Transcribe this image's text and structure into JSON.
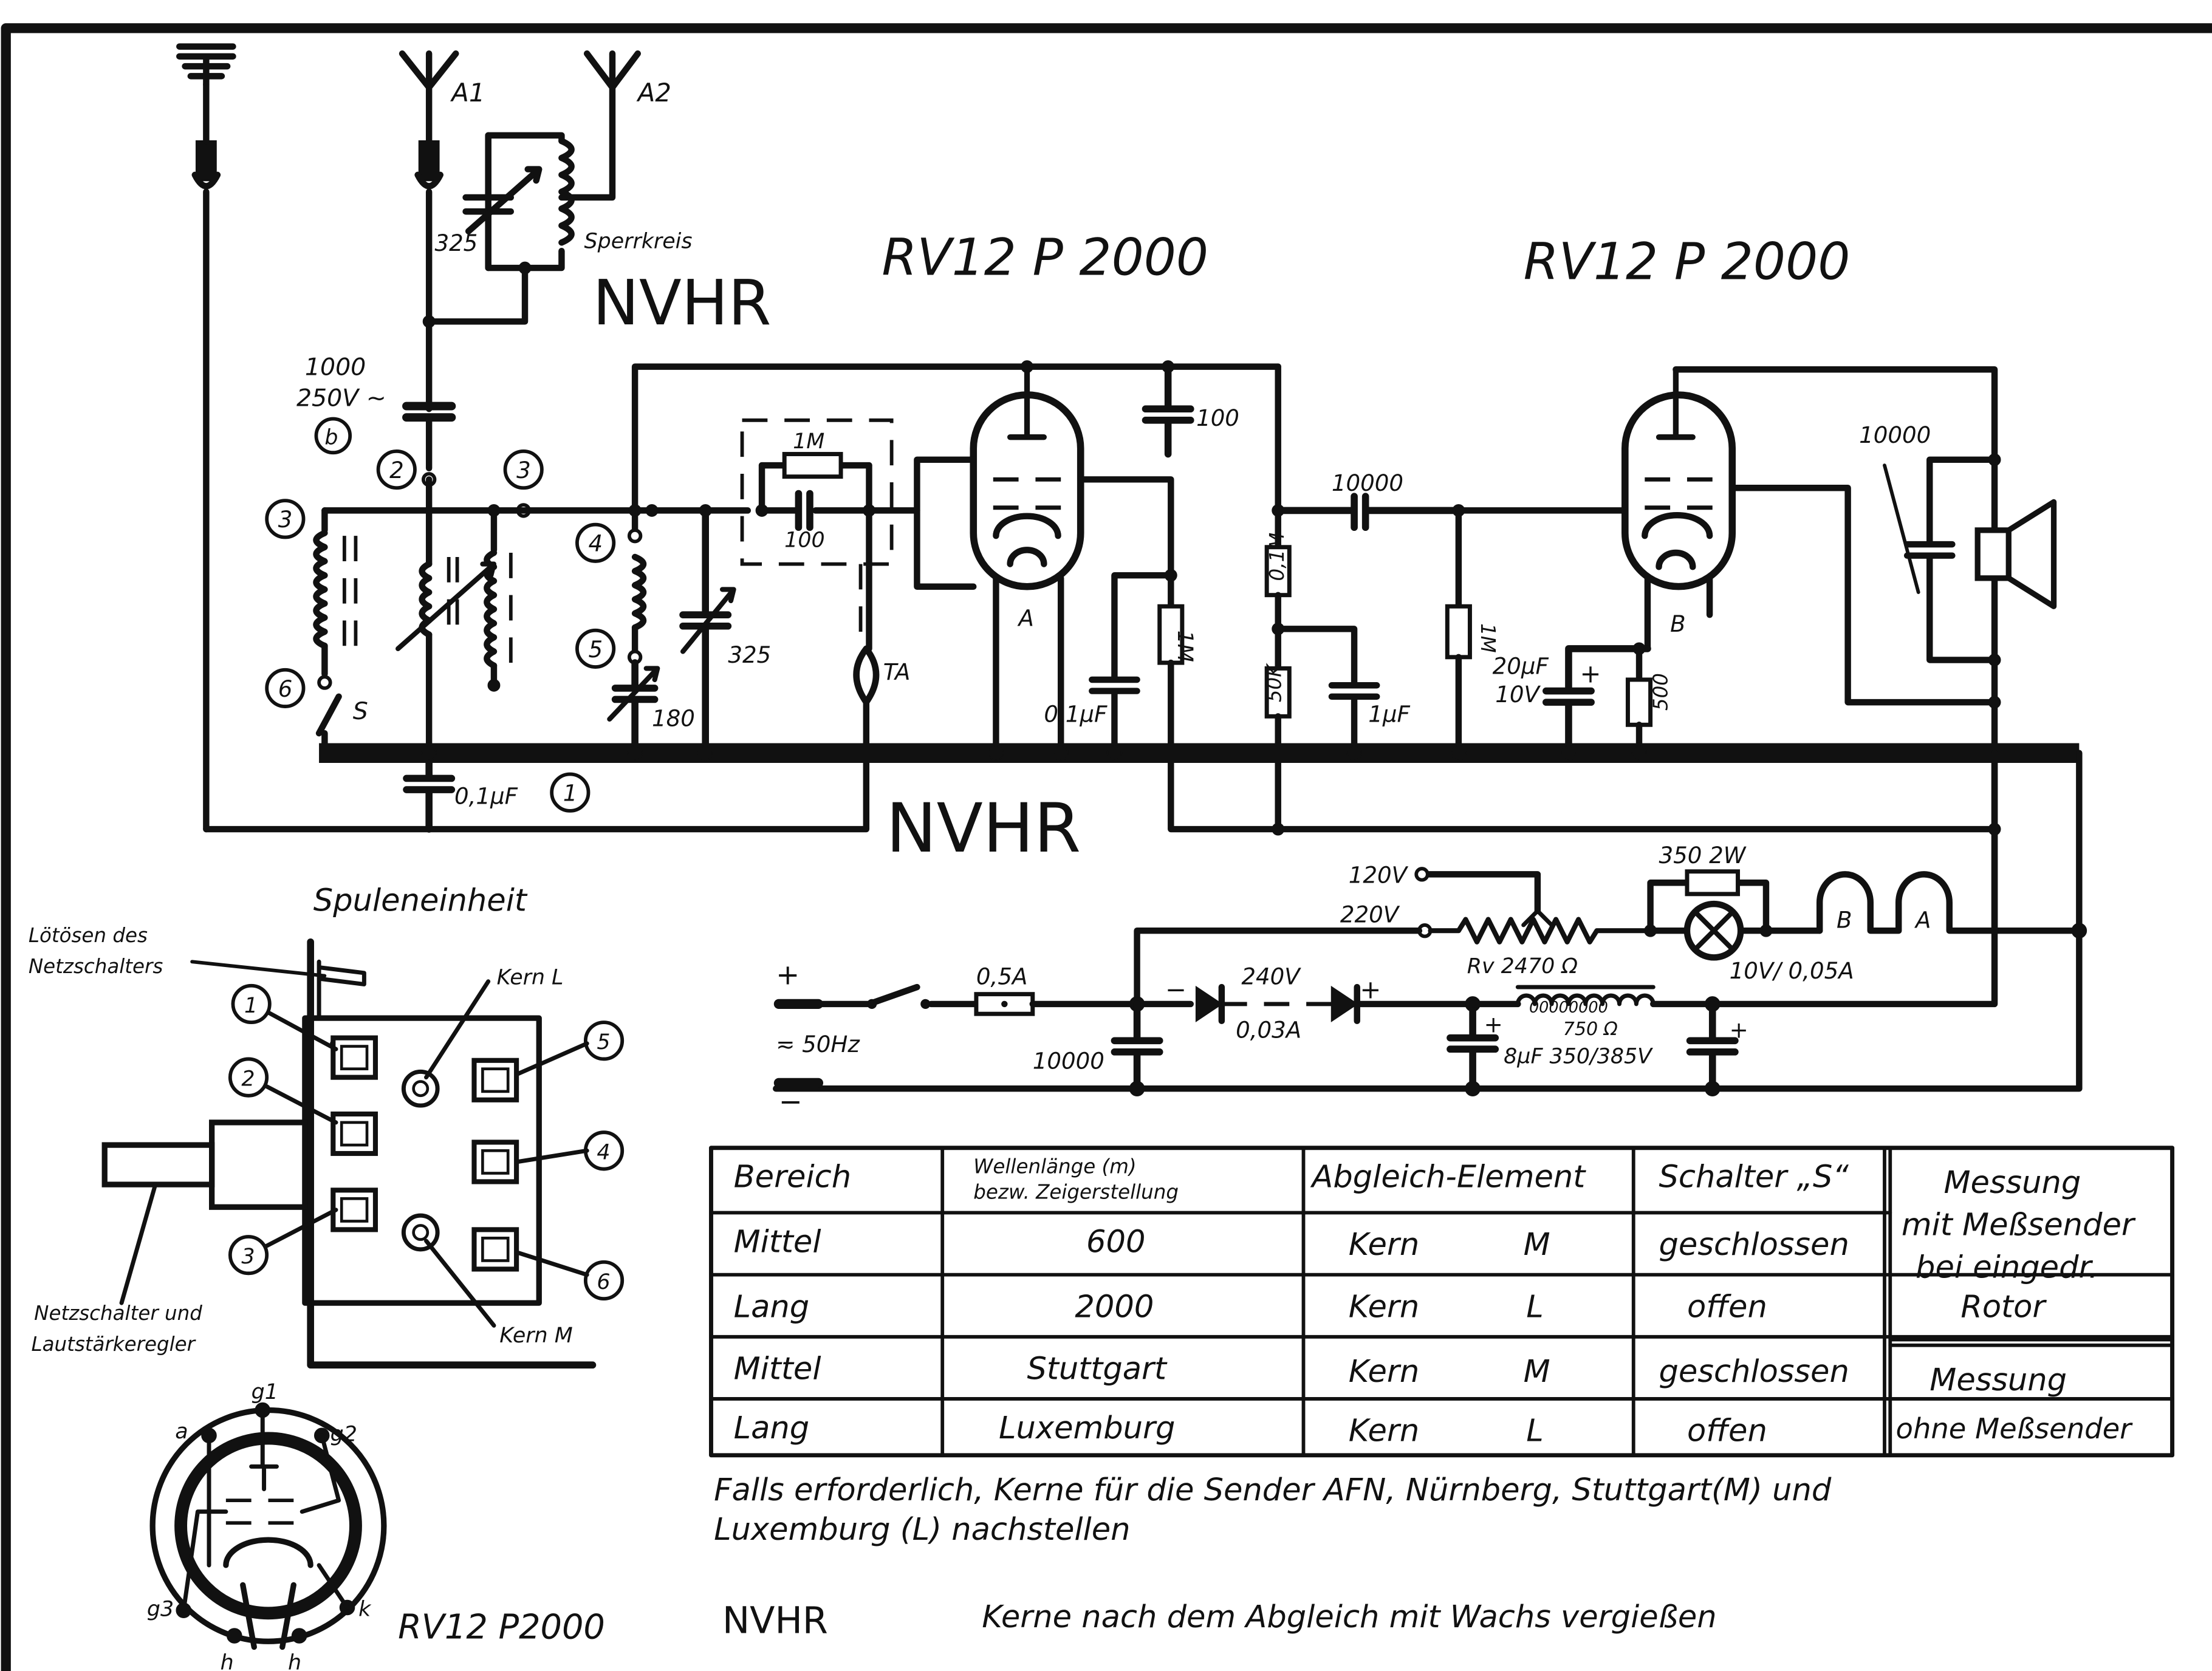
{
  "tubes": {
    "title_left": "RV12 P 2000",
    "title_right": "RV12 P 2000",
    "left_label": "A",
    "right_label": "B",
    "pinout_title": "RV12 P2000"
  },
  "watermark": {
    "upper": "NVHR",
    "middle": "NVHR",
    "lower": "NVHR"
  },
  "antenna": {
    "a1": "A1",
    "a2": "A2",
    "trap_cap": "325",
    "trap_label": "Sperrkreis"
  },
  "input": {
    "coupling_cap_value": "1000",
    "coupling_cap_voltage": "250V ~",
    "coupling_cap_marker": "b",
    "tuning_cap": "325",
    "trimmer": "180",
    "ground_cap": "0,1µF",
    "switch_label": "S",
    "pickup_label": "TA"
  },
  "terminals": {
    "t1": "1",
    "t2": "2",
    "t3a": "3",
    "t3b": "3",
    "t4": "4",
    "t5": "5",
    "t6": "6"
  },
  "grid": {
    "leak_resistor": "1M",
    "cap": "100"
  },
  "stage1": {
    "anode_cap": "100",
    "screen_resistor": "1M",
    "screen_cap": "0,1µF",
    "anode_resistor": "0,1M",
    "decoupling_resistor": "50K",
    "decoupling_cap": "1µF"
  },
  "stage2": {
    "coupling_cap": "10000",
    "grid_resistor": "1M",
    "cathode_cap_value": "20µF",
    "cathode_cap_voltage": "10V",
    "cathode_resistor": "500",
    "speaker_cap": "10000"
  },
  "power": {
    "tap_120": "120V",
    "tap_220": "220V",
    "series_resistor": "Rv 2470 Ω",
    "shunt_resistor": "350 2W",
    "lamp": "10V/ 0,05A",
    "heater_b": "B",
    "heater_a": "A",
    "mains": "≂ 50Hz",
    "fuse": "0,5A",
    "rectifier_voltage": "240V",
    "rectifier_current": "0,03A",
    "filter_cap": "10000",
    "choke": "750 Ω",
    "choke_windings": "00000000",
    "electrolytic": "8µF 350/385V",
    "plus": "+",
    "minus": "−"
  },
  "coil_unit": {
    "title": "Spuleneinheit",
    "switch_lugs": "Lötösen des Netzschalters",
    "core_l": "Kern L",
    "core_m": "Kern M",
    "volume_switch": "Netzschalter und Lautstärkeregler"
  },
  "pinout": {
    "a": "a",
    "g1": "g1",
    "g2": "g2",
    "g3": "g3",
    "k": "k",
    "h1": "h",
    "h2": "h"
  },
  "table": {
    "headers": [
      "Bereich",
      "Wellenlänge (m) bezw. Zeigerstellung",
      "Abgleich-Element",
      "Schalter „S“",
      "Messung mit Meßsender bei eingedr. Rotor"
    ],
    "header_wave_1": "Wellenlänge (m)",
    "header_wave_2": "bezw. Zeigerstellung",
    "measure_1": [
      "Messung",
      "mit Meßsender",
      "bei eingedr.",
      "Rotor"
    ],
    "measure_2": [
      "Messung",
      "ohne Meßsender"
    ],
    "rows": [
      [
        "Mittel",
        "600",
        "Kern",
        "M",
        "geschlossen"
      ],
      [
        "Lang",
        "2000",
        "Kern",
        "L",
        "offen"
      ],
      [
        "Mittel",
        "Stuttgart",
        "Kern",
        "M",
        "geschlossen"
      ],
      [
        "Lang",
        "Luxemburg",
        "Kern",
        "L",
        "offen"
      ]
    ]
  },
  "notes": {
    "adjust_1": "Falls erforderlich, Kerne für die Sender AFN, Nürnberg, Stuttgart(M) und",
    "adjust_2": "Luxemburg (L) nachstellen",
    "wax": "Kerne nach dem Abgleich mit Wachs vergießen"
  }
}
